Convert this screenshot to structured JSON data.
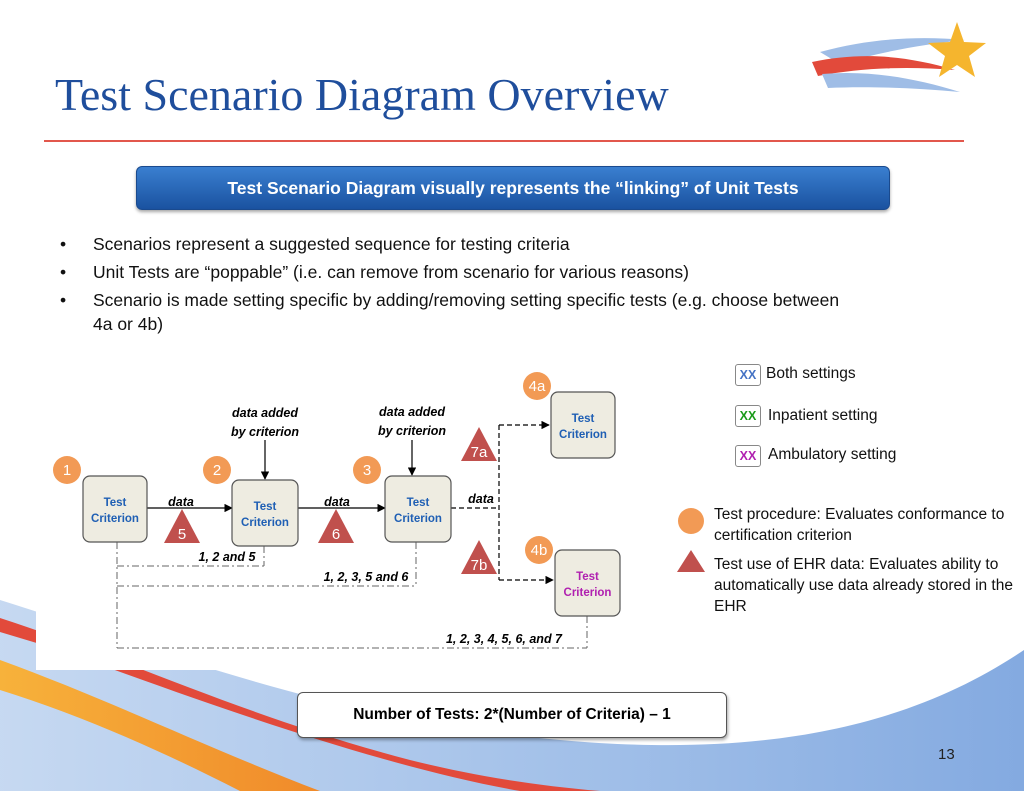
{
  "slide": {
    "title": "Test Scenario Diagram Overview",
    "banner": "Test Scenario Diagram visually represents the “linking” of Unit Tests",
    "bullets": [
      "Scenarios represent a suggested sequence for testing criteria",
      "Unit Tests are “poppable” (i.e. can remove from scenario for various reasons)",
      "Scenario is made setting specific by adding/removing setting specific tests  (e.g. choose between 4a or 4b)"
    ],
    "formula": "Number of Tests: 2*(Number of Criteria) – 1",
    "page_number": "13"
  },
  "diagram": {
    "box_label": "Test Criterion",
    "procedures": [
      "1",
      "2",
      "3",
      "4a",
      "4b"
    ],
    "ehr_uses": [
      "5",
      "6",
      "7a",
      "7b"
    ],
    "data_label": "data",
    "data_added_label": "data added by criterion",
    "paths": [
      "1, 2 and 5",
      "1, 2, 3, 5 and 6",
      "1, 2, 3, 4, 5, 6, and 7"
    ]
  },
  "legend": {
    "key_text": "XX",
    "items": [
      {
        "label": "Both settings",
        "color": "#4472c4"
      },
      {
        "label": "Inpatient setting",
        "color": "#1a9a1a"
      },
      {
        "label": "Ambulatory setting",
        "color": "#b020b0"
      }
    ],
    "procedure_desc": "Test procedure: Evaluates conformance to certification criterion",
    "ehr_desc": "Test use of EHR data: Evaluates ability to automatically use data already stored in the EHR"
  },
  "colors": {
    "title": "#1f4e9c",
    "accent_line": "#e2574c",
    "banner": "#2a66b8",
    "procedure_circle": "#f29a55",
    "ehr_triangle": "#c0504d",
    "box_fill": "#eeece1",
    "criterion_text": "#1f5fb4",
    "criterion_ambulatory_text": "#b020b0"
  }
}
